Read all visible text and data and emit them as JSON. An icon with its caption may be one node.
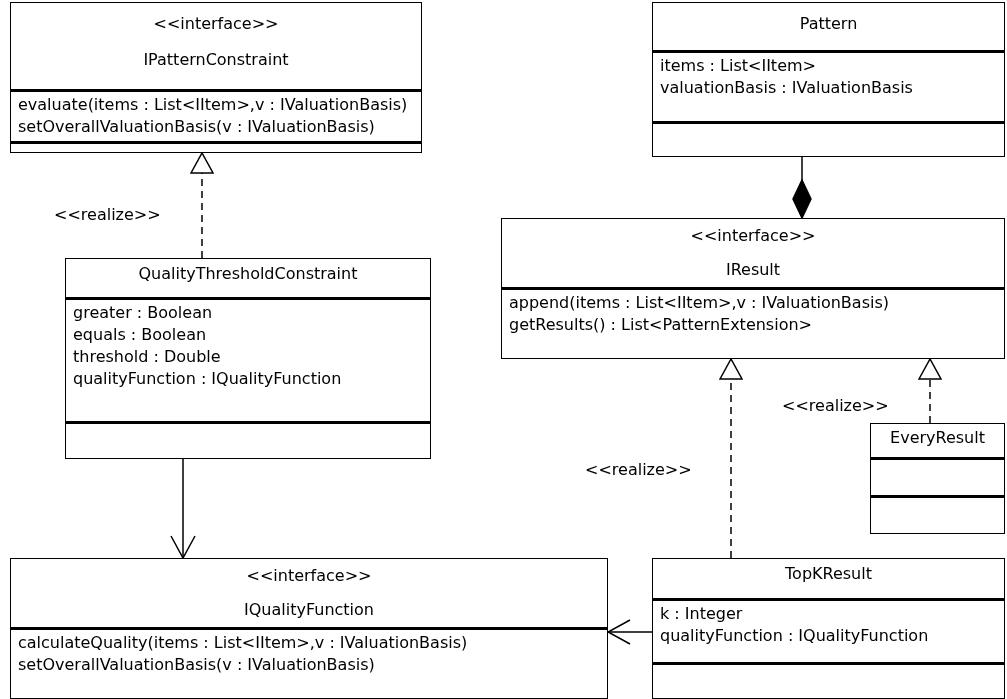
{
  "diagram": {
    "nodes": [
      {
        "text": [
          "<<interface>>",
          "IPatternConstraint",
          "evaluate(items : List<IItem>,v : IValuationBasis)",
          "setOverallValuationBasis(v : IValuationBasis)"
        ]
      },
      {
        "text": [
          "Pattern",
          "items : List<IItem>",
          "valuationBasis : IValuationBasis"
        ]
      },
      {
        "text": [
          "QualityThresholdConstraint",
          "greater : Boolean",
          "equals : Boolean",
          "threshold : Double",
          "qualityFunction : IQualityFunction"
        ]
      },
      {
        "text": [
          "<<interface>>",
          "IResult",
          "append(items : List<IItem>,v : IValuationBasis)",
          "getResults() : List<PatternExtension>"
        ]
      },
      {
        "text": [
          "EveryResult"
        ]
      },
      {
        "text": [
          "<<interface>>",
          "IQualityFunction",
          "calculateQuality(items : List<IItem>,v : IValuationBasis)",
          "setOverallValuationBasis(v : IValuationBasis)"
        ]
      },
      {
        "text": [
          "TopKResult",
          "k : Integer",
          "qualityFunction : IQualityFunction"
        ]
      }
    ],
    "edges": [
      {
        "from": 2,
        "to": 0,
        "arrow": "to",
        "style": "dashed",
        "label": "<<realize>>"
      },
      {
        "from": 1,
        "to": 3,
        "arrow": "other"
      },
      {
        "from": 6,
        "to": 3,
        "arrow": "to",
        "style": "dashed",
        "label": "<<realize>>"
      },
      {
        "from": 4,
        "to": 3,
        "arrow": "to",
        "style": "dashed",
        "label": "<<realize>>"
      },
      {
        "from": 2,
        "to": 5,
        "arrow": "to"
      },
      {
        "from": 6,
        "to": 5,
        "arrow": "to"
      }
    ]
  }
}
